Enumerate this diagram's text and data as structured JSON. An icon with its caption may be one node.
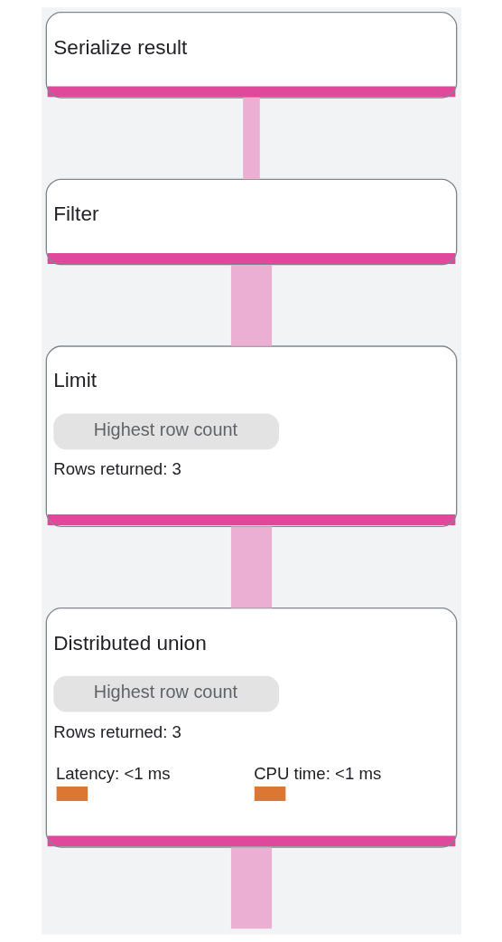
{
  "diagram": {
    "nodes": [
      {
        "text": [
          "Serialize result"
        ]
      },
      {
        "text": [
          "Filter"
        ]
      },
      {
        "text": [
          "Limit",
          "Highest row count",
          "Rows returned: 3"
        ]
      },
      {
        "text": [
          "Distributed union",
          "Highest row count",
          "Rows returned: 3",
          "Latency: <1 ms",
          "CPU time: <1 ms"
        ]
      }
    ],
    "edges": [
      {
        "from": 0,
        "to": 1,
        "arrow": "none"
      },
      {
        "from": 1,
        "to": 2,
        "arrow": "none"
      },
      {
        "from": 2,
        "to": 3,
        "arrow": "none"
      },
      {
        "from": 3,
        "to": null,
        "arrow": "none"
      }
    ]
  }
}
